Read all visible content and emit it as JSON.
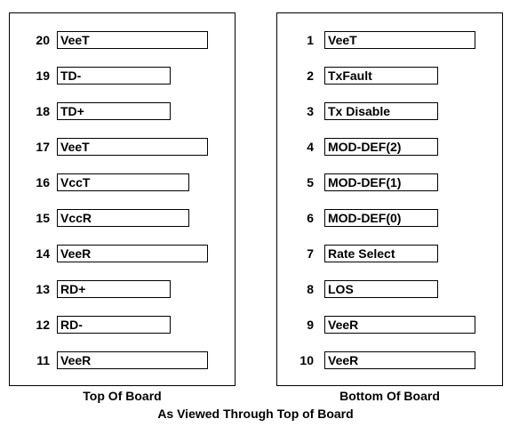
{
  "top_board": {
    "label": "Top Of Board",
    "pins": [
      {
        "num": "20",
        "name": "VeeT"
      },
      {
        "num": "19",
        "name": "TD-"
      },
      {
        "num": "18",
        "name": "TD+"
      },
      {
        "num": "17",
        "name": "VeeT"
      },
      {
        "num": "16",
        "name": "VccT"
      },
      {
        "num": "15",
        "name": "VccR"
      },
      {
        "num": "14",
        "name": "VeeR"
      },
      {
        "num": "13",
        "name": "RD+"
      },
      {
        "num": "12",
        "name": "RD-"
      },
      {
        "num": "11",
        "name": "VeeR"
      }
    ]
  },
  "bottom_board": {
    "label": "Bottom Of Board",
    "pins": [
      {
        "num": "1",
        "name": "VeeT"
      },
      {
        "num": "2",
        "name": "TxFault"
      },
      {
        "num": "3",
        "name": "Tx Disable"
      },
      {
        "num": "4",
        "name": "MOD-DEF(2)"
      },
      {
        "num": "5",
        "name": "MOD-DEF(1)"
      },
      {
        "num": "6",
        "name": "MOD-DEF(0)"
      },
      {
        "num": "7",
        "name": "Rate Select"
      },
      {
        "num": "8",
        "name": "LOS"
      },
      {
        "num": "9",
        "name": "VeeR"
      },
      {
        "num": "10",
        "name": "VeeR"
      }
    ]
  },
  "caption": "As Viewed Through Top of Board"
}
